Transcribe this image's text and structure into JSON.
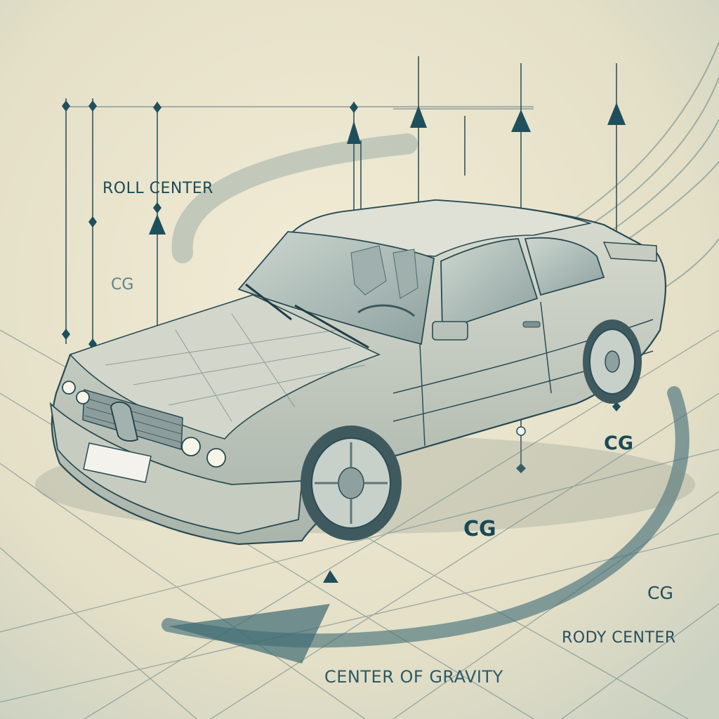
{
  "title": "",
  "labels": {
    "roll_center": "ROLL CENTER",
    "cg_left": "CG",
    "cg_right": "CG",
    "cg_mid": "CG",
    "cg_lower": "CG",
    "body_center": "RODY CENTER",
    "center_of_gravity": "CENTER OF GRAVITY"
  },
  "colors": {
    "background": "#e9e3cc",
    "ink": "#1f4f5c",
    "car_body": "#b8bfb4",
    "accent_teal": "#2f6b77"
  },
  "icons": [
    "upward-arrowhead-icon",
    "diamond-marker-icon",
    "curved-motion-arrow-icon"
  ]
}
